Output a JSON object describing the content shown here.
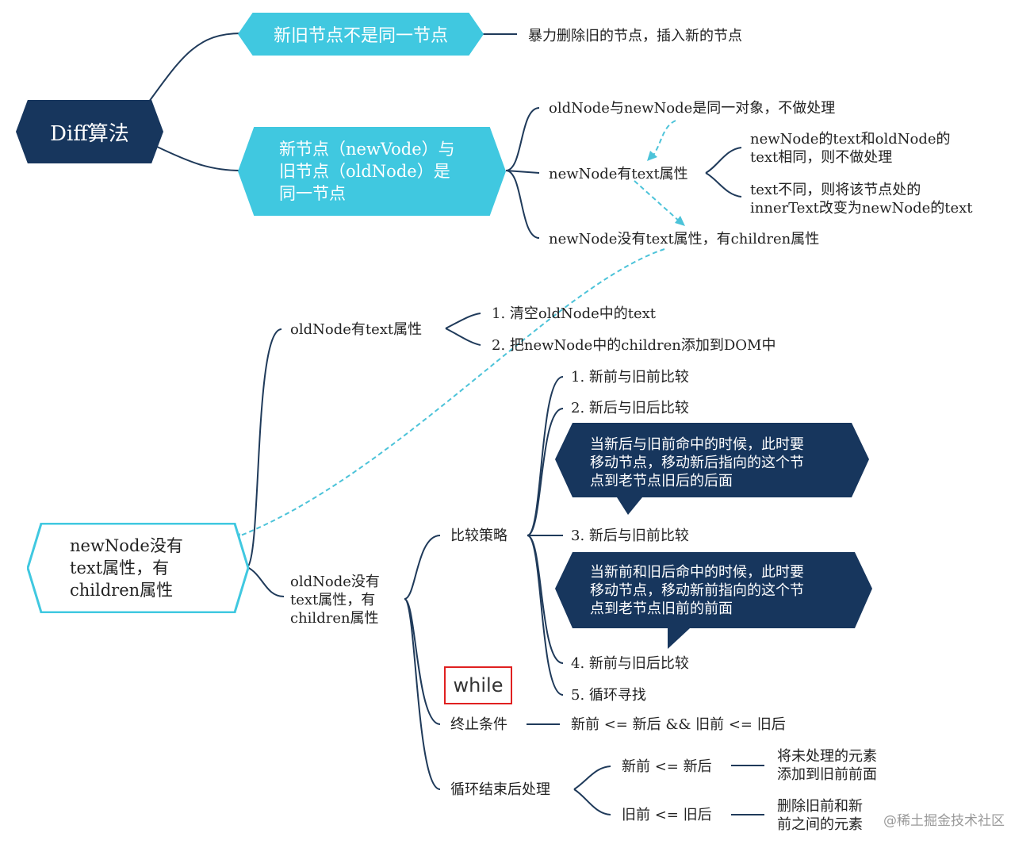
{
  "root": {
    "label": "Diff算法"
  },
  "branch_a": {
    "label": "新旧节点不是同一节点",
    "result": "暴力删除旧的节点，插入新的节点"
  },
  "branch_b": {
    "lines": [
      "新节点（newVode）与",
      "旧节点（oldNode）是",
      "同一节点"
    ],
    "case1": "oldNode与newNode是同一对象，不做处理",
    "case2": "newNode有text属性",
    "case2_same": [
      "newNode的text和oldNode的",
      "text相同，则不做处理"
    ],
    "case2_diff": [
      "text不同，则将该节点处的",
      "innerText改变为newNode的text"
    ],
    "case3": "newNode没有text属性，有children属性"
  },
  "children_node": {
    "lines": [
      "newNode没有",
      "text属性，有",
      "children属性"
    ]
  },
  "old_text": {
    "label": "oldNode有text属性",
    "step1": "1.  清空oldNode中的text",
    "step2": "2.  把newNode中的children添加到DOM中"
  },
  "old_children": {
    "lines": [
      "oldNode没有",
      "text属性，有",
      "children属性"
    ]
  },
  "strategy": {
    "label": "比较策略",
    "s1": "1.  新前与旧前比较",
    "s2": "2.  新后与旧后比较",
    "callout1": [
      "当新后与旧前命中的时候，此时要",
      "移动节点，移动新后指向的这个节",
      "点到老节点旧后的后面"
    ],
    "s3": "3.  新后与旧前比较",
    "callout2": [
      "当新前和旧后命中的时候，此时要",
      "移动节点，移动新前指向的这个节",
      "点到老节点旧前的前面"
    ],
    "s4": "4.  新前与旧后比较",
    "s5": "5.  循环寻找"
  },
  "while_label": "while",
  "terminate": {
    "label": "终止条件",
    "condition": "新前  <=  新后  &&  旧前  <=  旧后"
  },
  "after_loop": {
    "label": "循环结束后处理",
    "c1": "新前  <=  新后",
    "r1": [
      "将未处理的元素",
      "添加到旧前前面"
    ],
    "c2": "旧前  <=  旧后",
    "r2": [
      "删除旧前和新",
      "前之间的元素"
    ]
  },
  "watermark": "@稀土掘金技术社区",
  "colors": {
    "dark_navy": "#17365d",
    "cyan": "#40c8e0",
    "line": "#1f3a5a",
    "dashed": "#4cc3d9",
    "while_border": "#e02020"
  }
}
